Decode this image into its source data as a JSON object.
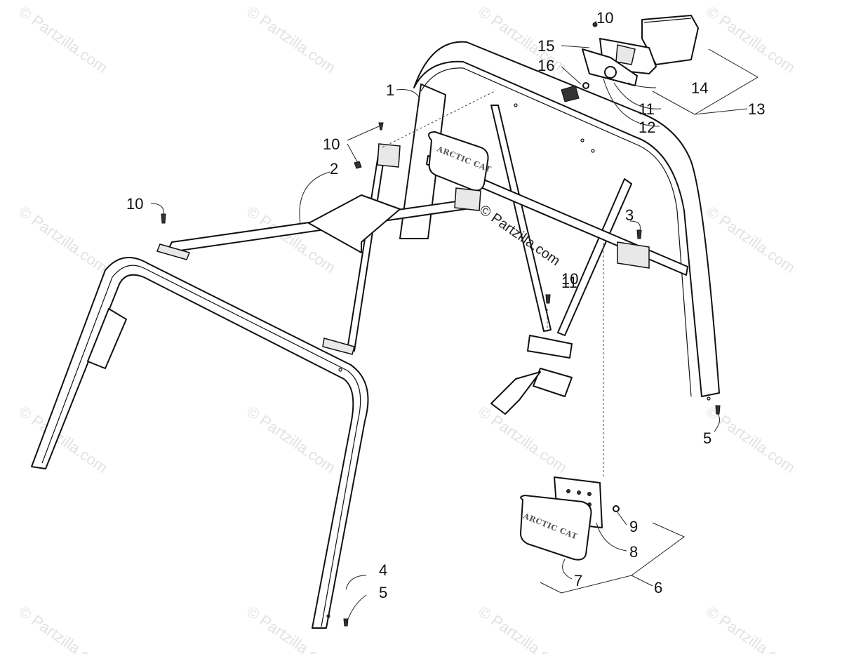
{
  "watermark": {
    "text": "© Partzilla.com",
    "center_text": "© Partzilla.com"
  },
  "brand": {
    "pad_logo": "ARCTIC CAT"
  },
  "callouts": [
    {
      "id": "c1",
      "label": "1"
    },
    {
      "id": "c2",
      "label": "2"
    },
    {
      "id": "c3",
      "label": "3"
    },
    {
      "id": "c4",
      "label": "4"
    },
    {
      "id": "c5a",
      "label": "5"
    },
    {
      "id": "c5b",
      "label": "5"
    },
    {
      "id": "c6",
      "label": "6"
    },
    {
      "id": "c7",
      "label": "7"
    },
    {
      "id": "c8",
      "label": "8"
    },
    {
      "id": "c9",
      "label": "9"
    },
    {
      "id": "c10a",
      "label": "10"
    },
    {
      "id": "c10b",
      "label": "10"
    },
    {
      "id": "c10c",
      "label": "10"
    },
    {
      "id": "c10d",
      "label": "10"
    },
    {
      "id": "c11a",
      "label": "11"
    },
    {
      "id": "c11b",
      "label": "11"
    },
    {
      "id": "c12",
      "label": "12"
    },
    {
      "id": "c13",
      "label": "13"
    },
    {
      "id": "c14",
      "label": "14"
    },
    {
      "id": "c15",
      "label": "15"
    },
    {
      "id": "c16",
      "label": "16"
    }
  ]
}
